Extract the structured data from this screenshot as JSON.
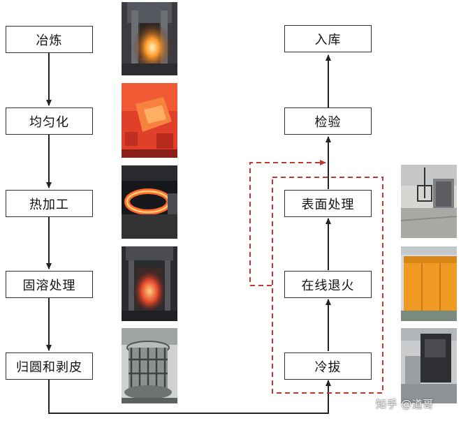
{
  "left_steps": [
    "冶炼",
    "均匀化",
    "热加工",
    "固溶处理",
    "归圆和剥皮"
  ],
  "right_steps": {
    "storage": "入库",
    "inspection": "检验",
    "surface_treatment": "表面处理",
    "online_annealing": "在线退火",
    "cold_drawing": "冷拔"
  },
  "photos": [
    "smelting-furnace-photo",
    "glowing-ingot-photo",
    "hot-ring-forging-photo",
    "solution-furnace-photo",
    "peeling-machine-photo",
    "surface-treatment-equipment-photo",
    "annealing-line-photo",
    "cold-drawing-machine-photo"
  ],
  "watermark": "知乎 @道哥",
  "colors": {
    "box_border": "#333333",
    "arrow": "#222222",
    "optional_path": "#c0392b"
  }
}
